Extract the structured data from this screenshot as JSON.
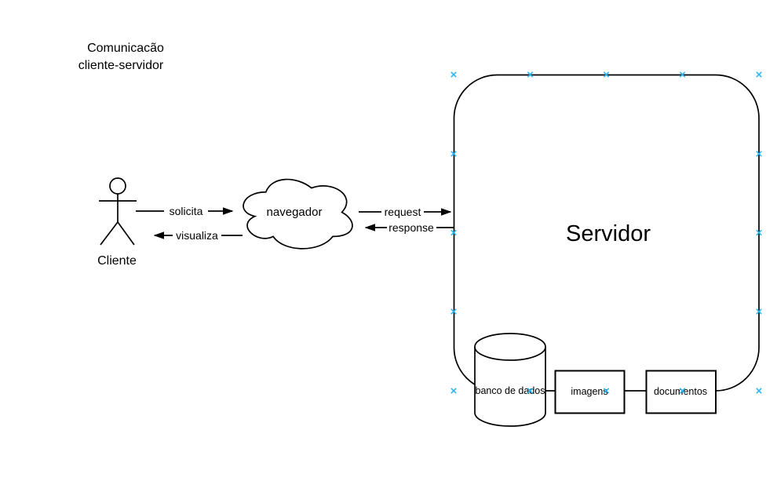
{
  "diagram": {
    "title": {
      "line1": "Comunicacão",
      "line2": "cliente-servidor"
    },
    "client": {
      "label": "Cliente"
    },
    "browser": {
      "label": "navegador"
    },
    "server": {
      "label": "Servidor"
    },
    "edges": {
      "solicita": {
        "label": "solicita"
      },
      "visualiza": {
        "label": "visualiza"
      },
      "request": {
        "label": "request"
      },
      "response": {
        "label": "response"
      }
    },
    "storage": {
      "database": {
        "label": "banco de dados"
      },
      "images": {
        "label": "imagens"
      },
      "documents": {
        "label": "documentos"
      }
    }
  },
  "colors": {
    "stroke": "#000000",
    "text": "#000000",
    "background": "#ffffff",
    "connection_point": "#29b6f2"
  }
}
